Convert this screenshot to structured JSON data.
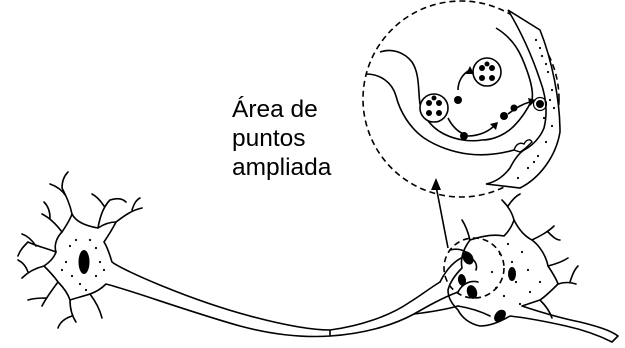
{
  "label": {
    "lines": [
      "Área de",
      "puntos",
      "ampliada"
    ]
  },
  "colors": {
    "ink": "#000000",
    "background": "#ffffff"
  }
}
